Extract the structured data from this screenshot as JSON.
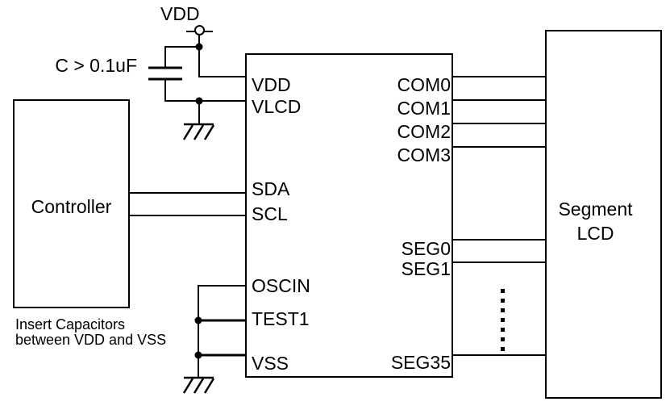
{
  "power": {
    "vdd_label": "VDD",
    "capacitor_label": "C > 0.1uF"
  },
  "note": {
    "text": "Insert Capacitors\nbetween VDD and VSS"
  },
  "controller": {
    "label": "Controller"
  },
  "ic": {
    "left_pins": [
      "VDD",
      "VLCD",
      "SDA",
      "SCL",
      "OSCIN",
      "TEST1",
      "VSS"
    ],
    "right_pins": [
      "COM0",
      "COM1",
      "COM2",
      "COM3",
      "SEG0",
      "SEG1",
      "SEG35"
    ]
  },
  "lcd": {
    "label": "Segment\nLCD"
  },
  "colors": {
    "line": "#000000",
    "background": "#ffffff",
    "text": "#000000"
  }
}
